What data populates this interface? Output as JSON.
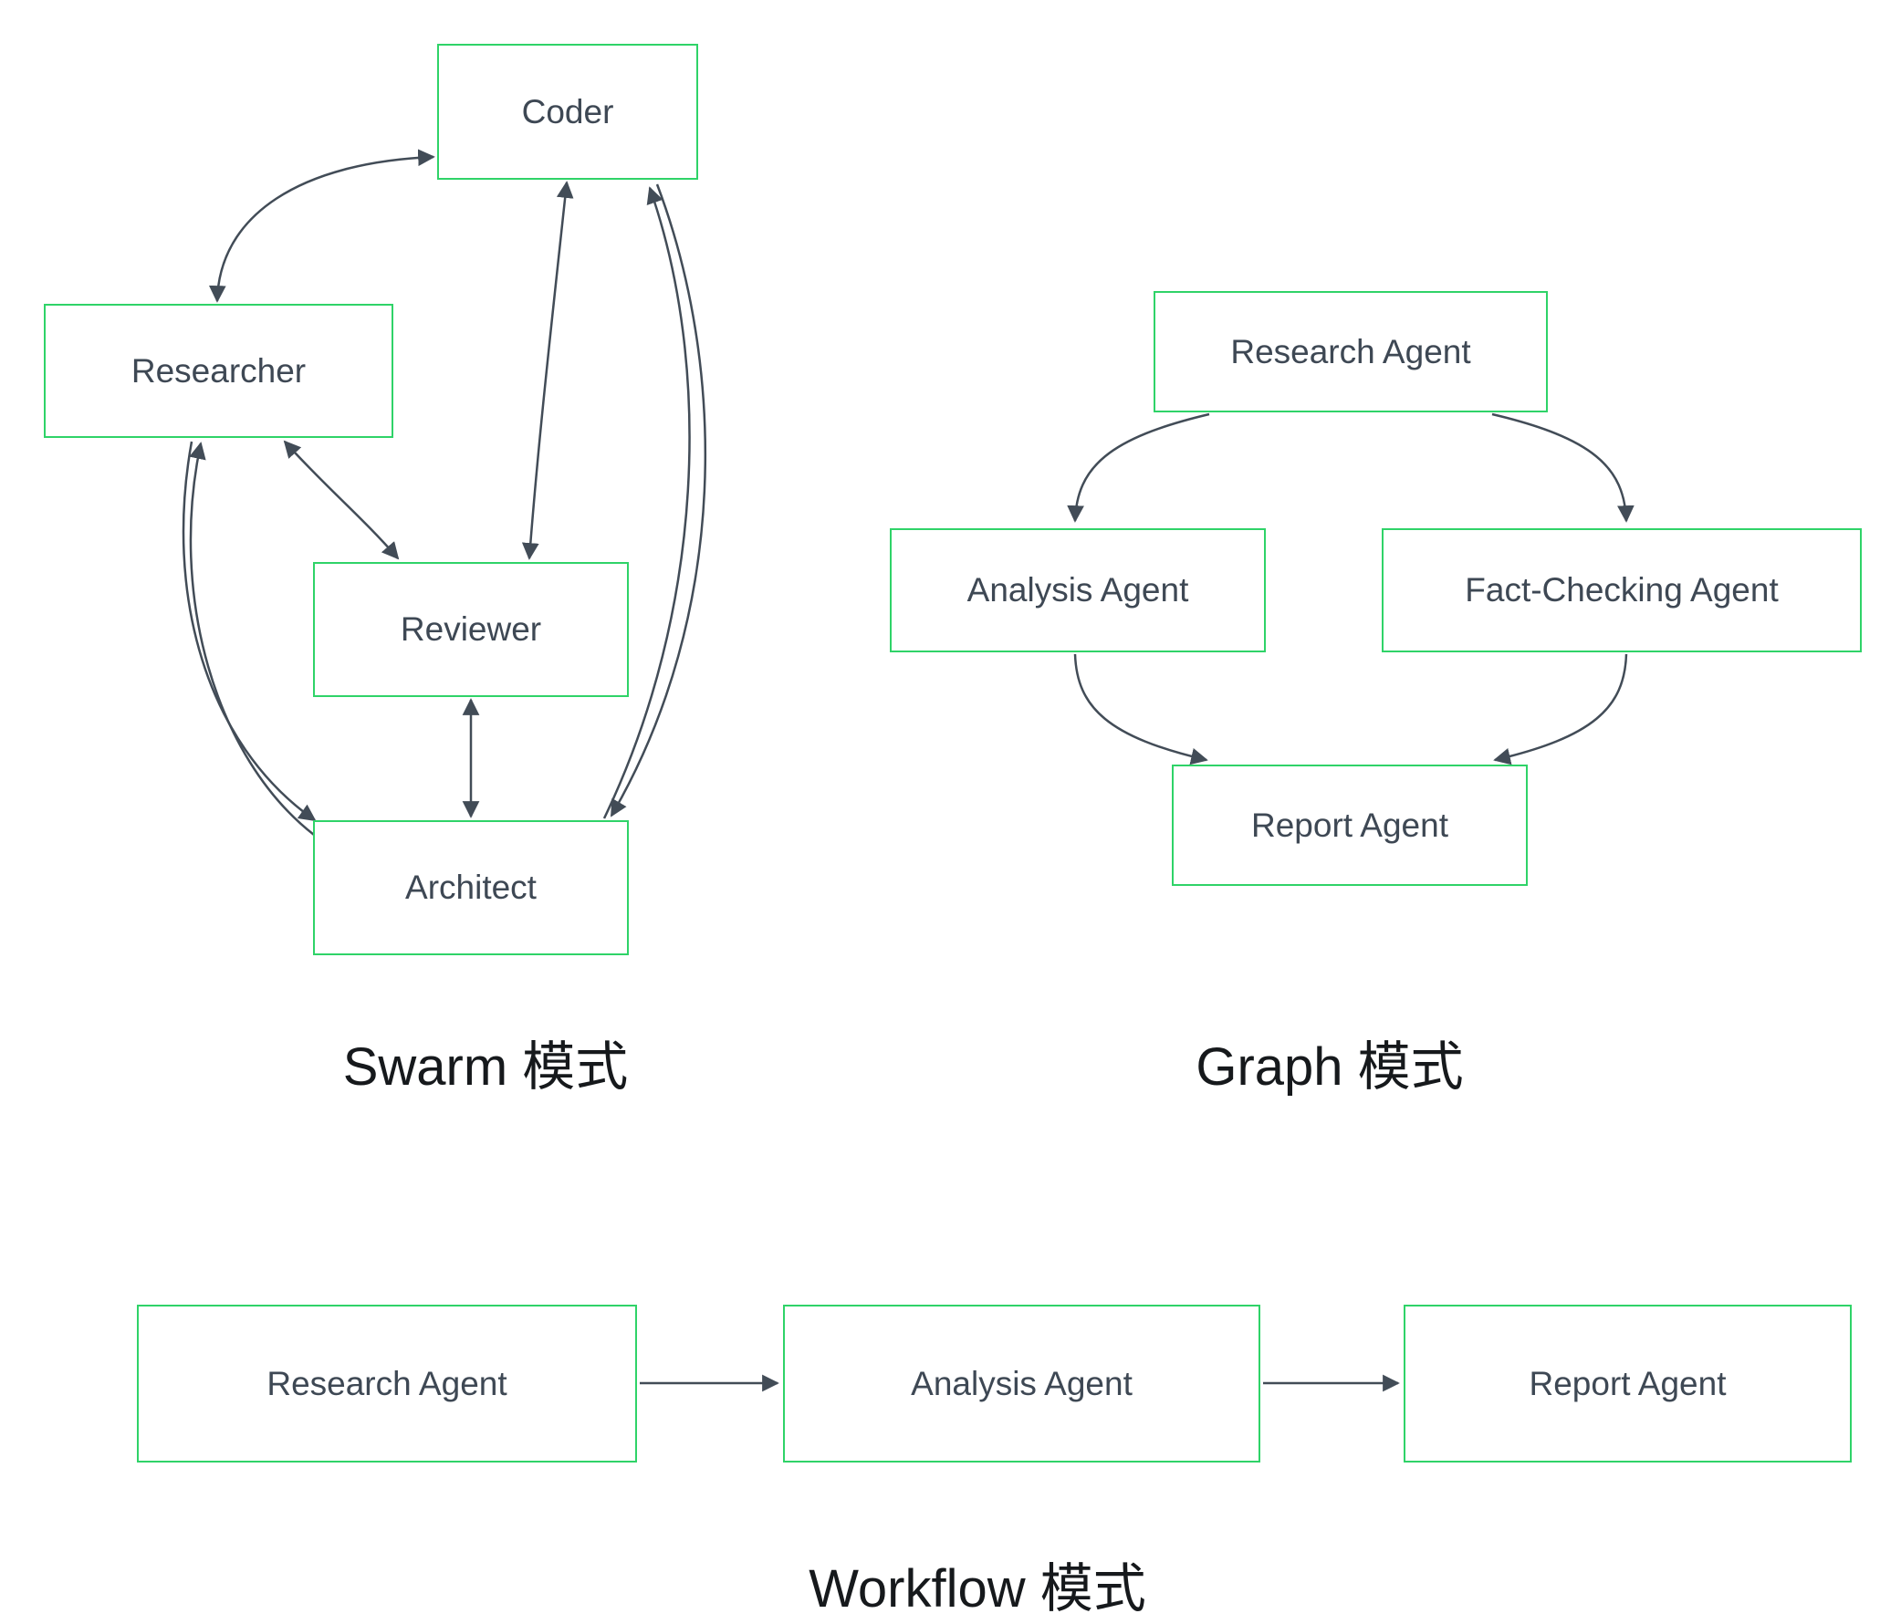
{
  "diagrams": {
    "swarm": {
      "title": "Swarm 模式",
      "nodes": {
        "coder": "Coder",
        "researcher": "Researcher",
        "reviewer": "Reviewer",
        "architect": "Architect"
      }
    },
    "graph": {
      "title": "Graph 模式",
      "nodes": {
        "research": "Research Agent",
        "analysis": "Analysis Agent",
        "factcheck": "Fact-Checking Agent",
        "report": "Report Agent"
      }
    },
    "workflow": {
      "title": "Workflow 模式",
      "nodes": {
        "research": "Research Agent",
        "analysis": "Analysis Agent",
        "report": "Report Agent"
      }
    }
  },
  "colors": {
    "node_border": "#2fd368",
    "node_fill": "#ffffff",
    "node_text": "#3e4854",
    "edge": "#424c57",
    "title_text": "#16191c",
    "background": "#ffffff"
  }
}
